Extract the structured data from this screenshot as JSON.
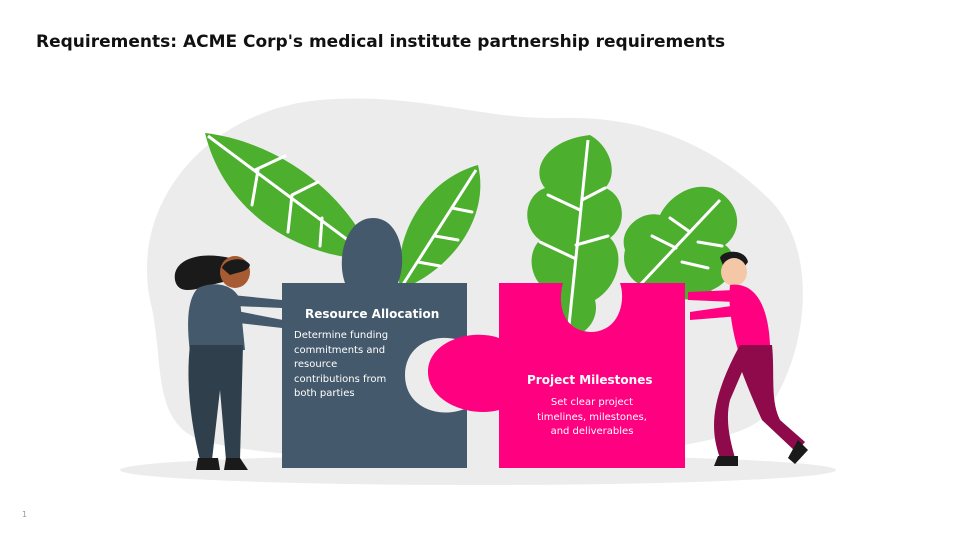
{
  "title": "Requirements: ACME Corp's medical institute partnership requirements",
  "page_number": "1",
  "colors": {
    "puzzle_left": "#44596b",
    "puzzle_right": "#ff0080",
    "leaf_green": "#4caf2e",
    "background_blob": "#ececec",
    "person_left_shirt": "#44596b",
    "person_right_shirt": "#ff0080",
    "person_right_pants": "#8e0a4a"
  },
  "pieces": [
    {
      "heading": "Resource Allocation",
      "body": "Determine funding commitments and resource contributions from both parties"
    },
    {
      "heading": "Project Milestones",
      "body": "Set clear project timelines, milestones, and deliverables"
    }
  ]
}
